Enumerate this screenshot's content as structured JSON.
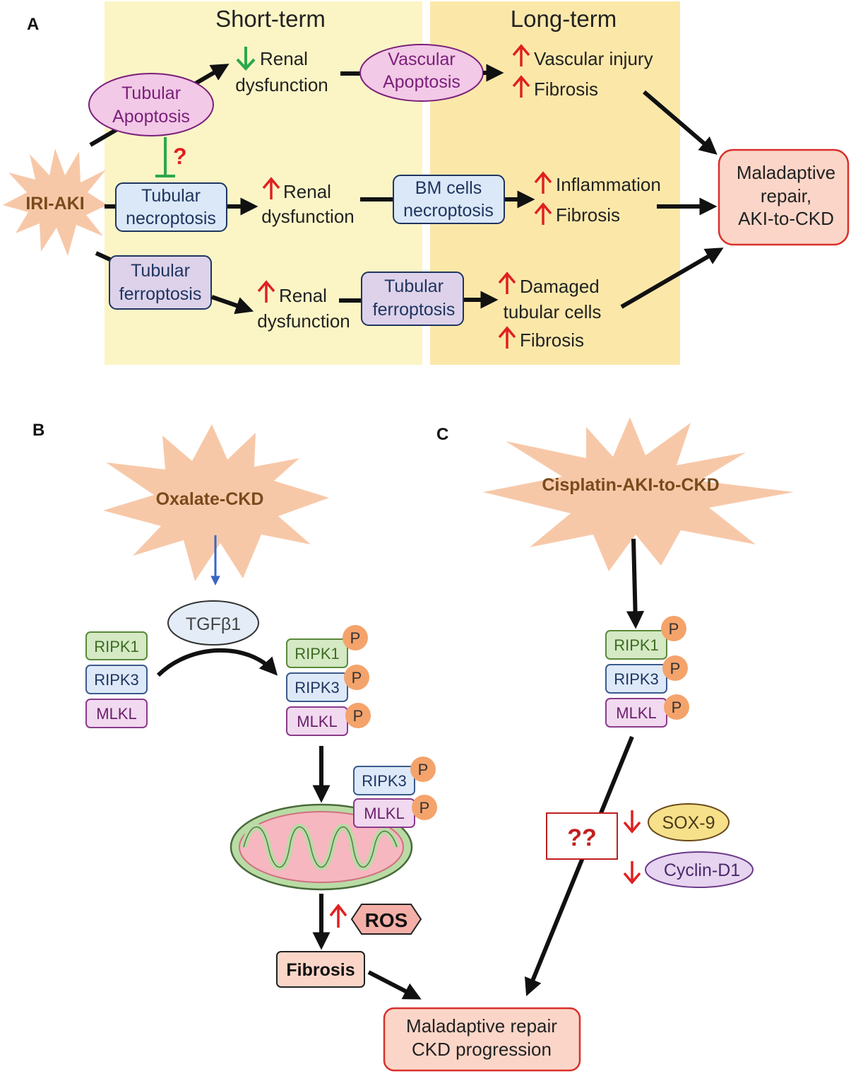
{
  "panels": {
    "a": "A",
    "b": "B",
    "c": "C"
  },
  "colors": {
    "short_term_bg": "#fbf5c6",
    "long_term_bg": "#fbe8a9",
    "burst": "#f7c8a8",
    "apoptosis_fill": "#f2c9e6",
    "apoptosis_text": "#7a1f7a",
    "necroptosis_fill": "#dbe8f7",
    "ferroptosis_fill": "#ddd2ea",
    "box_text": "#1f3560",
    "up_arrow": "#e02020",
    "down_arrow": "#2aa84a",
    "maladaptive_fill": "#fbd6c8",
    "maladaptive_stroke": "#d9302a",
    "ripk1_fill": "#d4e9c4",
    "ripk1_stroke": "#5a8a3a",
    "ripk3_fill": "#dde9f8",
    "ripk3_stroke": "#3b5b8c",
    "mlkl_fill": "#f1d9f0",
    "mlkl_stroke": "#8a3b8a",
    "p_circle": "#f4a36b",
    "mito_outer": "#b9dba5",
    "mito_inner": "#f6b7c0",
    "question_mark": "#e02020"
  },
  "a": {
    "short_term": "Short-term",
    "long_term": "Long-term",
    "iri": "IRI-AKI",
    "question": "?",
    "tubular_apoptosis": [
      "Tubular",
      "Apoptosis"
    ],
    "renal_dysfunction": [
      "Renal",
      "dysfunction"
    ],
    "vascular_apoptosis": [
      "Vascular",
      "Apoptosis"
    ],
    "vascular_injury": "Vascular injury",
    "fibrosis": "Fibrosis",
    "tubular_necroptosis": [
      "Tubular",
      "necroptosis"
    ],
    "bm_necroptosis": [
      "BM cells",
      "necroptosis"
    ],
    "inflammation": "Inflammation",
    "tubular_ferroptosis": [
      "Tubular",
      "ferroptosis"
    ],
    "damaged": [
      "Damaged",
      "tubular cells"
    ],
    "maladaptive": [
      "Maladaptive",
      "repair,",
      "AKI-to-CKD"
    ]
  },
  "b": {
    "oxalate": "Oxalate-CKD",
    "tgf": "TGFβ1",
    "ripk1": "RIPK1",
    "ripk3": "RIPK3",
    "mlkl": "MLKL",
    "p": "P",
    "ros": "ROS",
    "fibrosis": "Fibrosis"
  },
  "c": {
    "cisplatin": "Cisplatin-AKI-to-CKD",
    "unknown": "??",
    "sox9": "SOX-9",
    "cyclin": "Cyclin-D1"
  },
  "final": [
    "Maladaptive repair",
    "CKD progression"
  ]
}
